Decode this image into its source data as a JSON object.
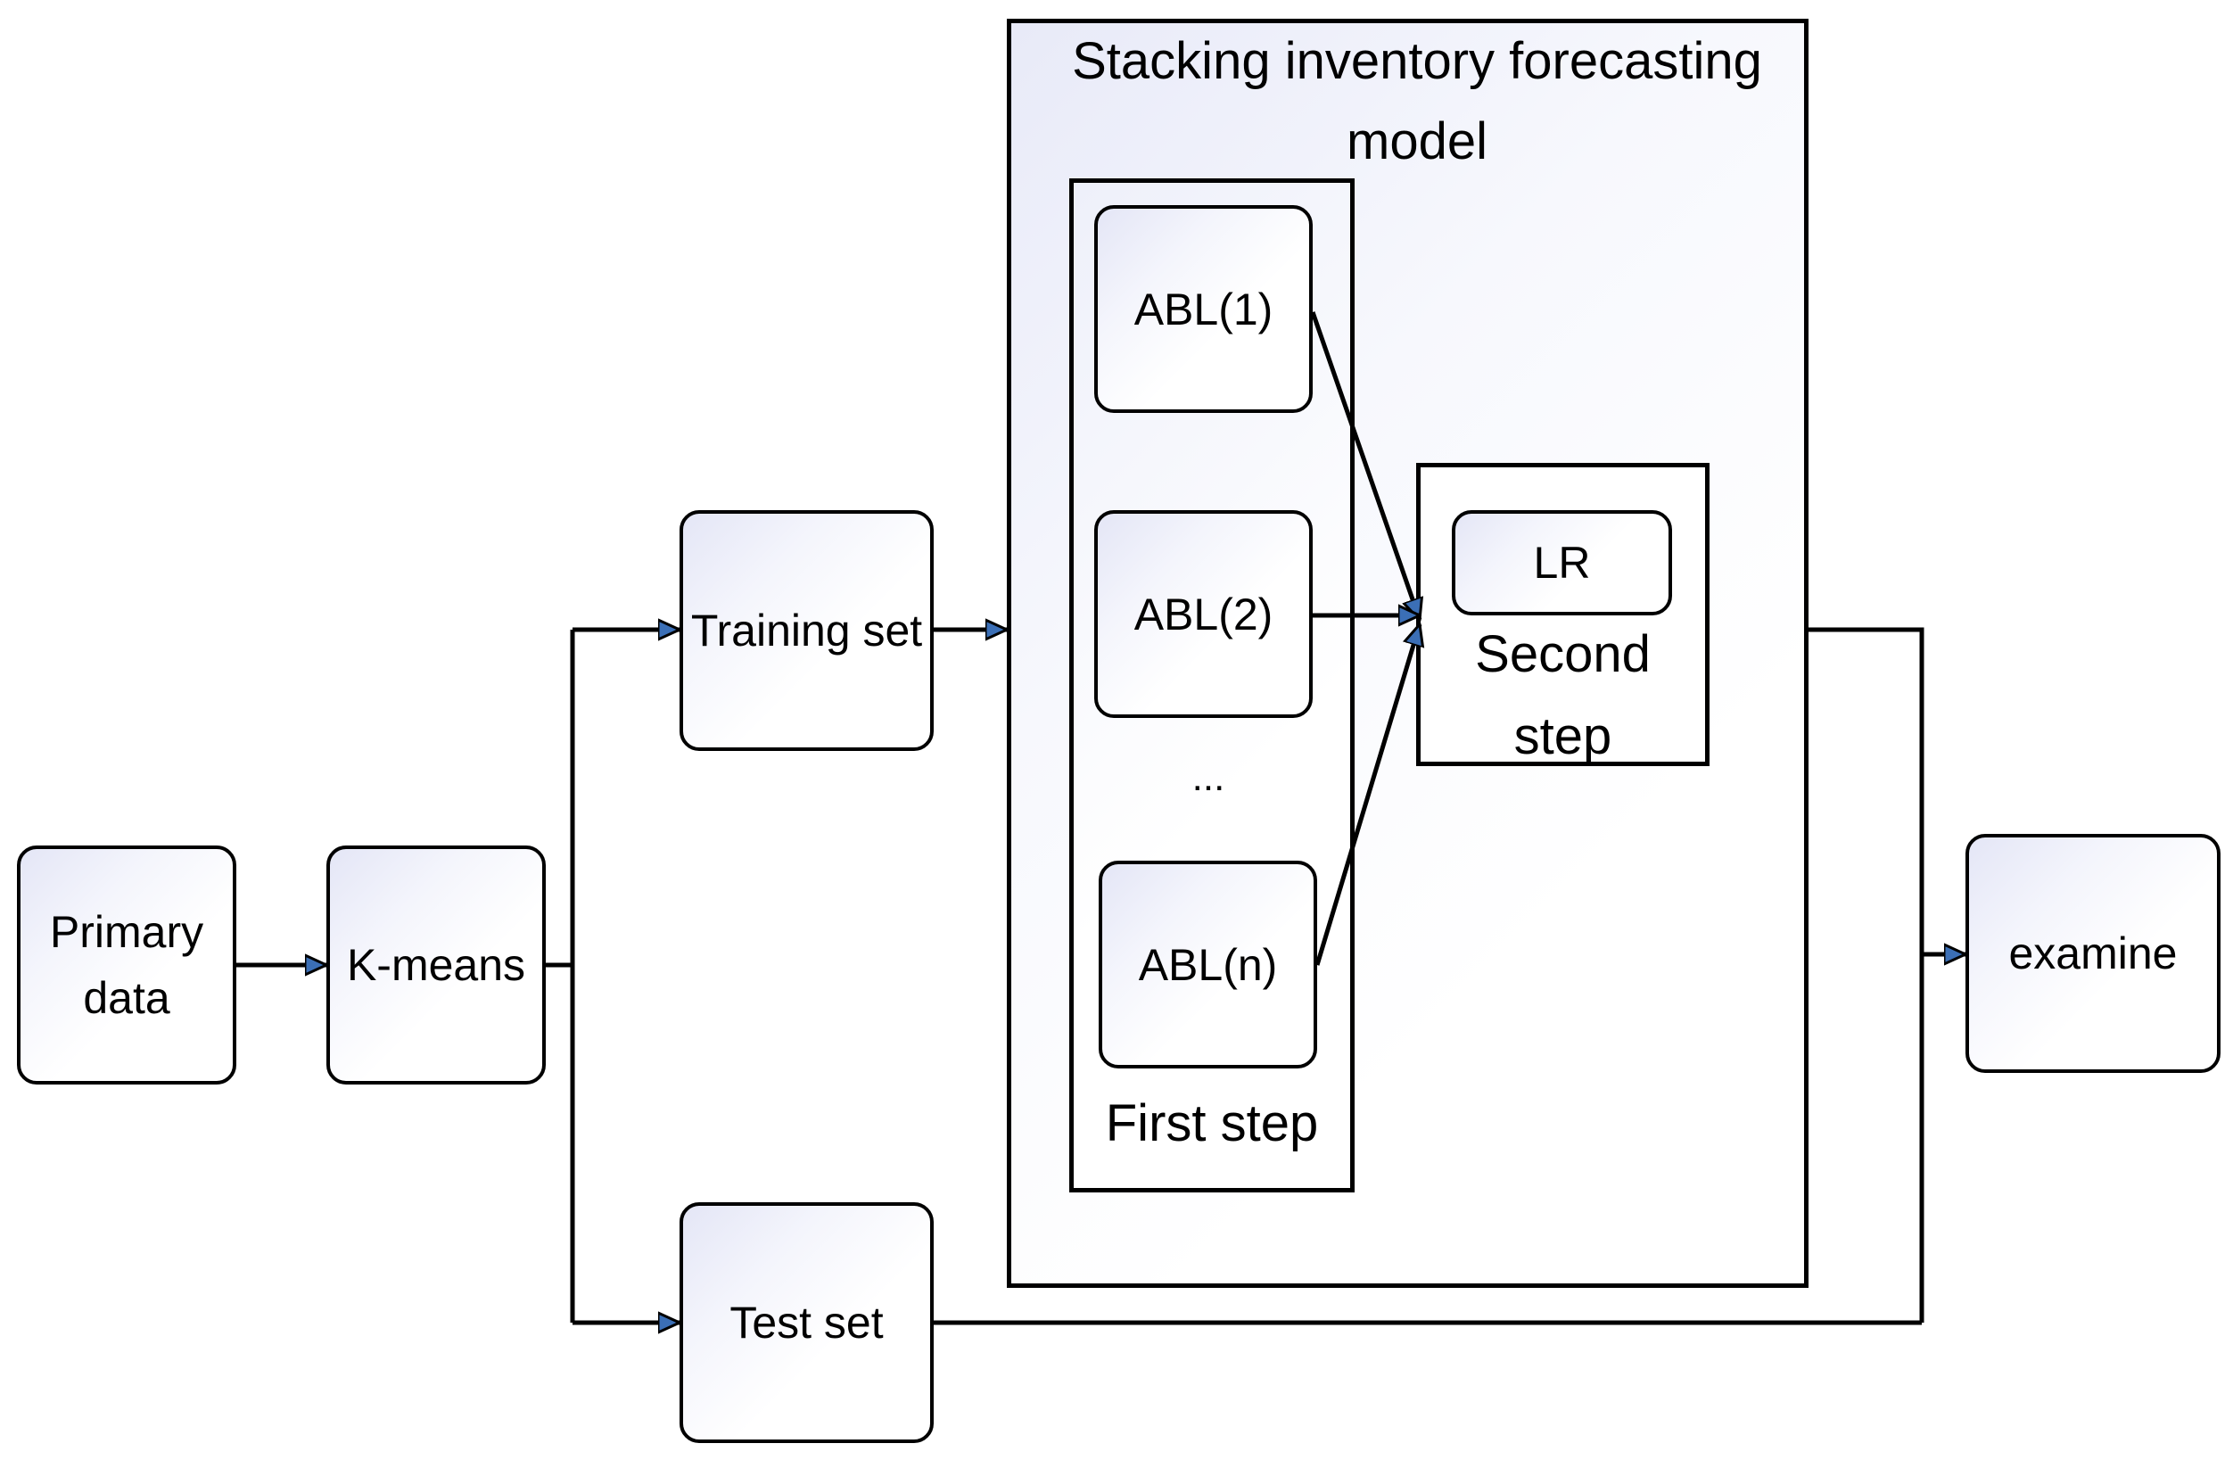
{
  "diagram": {
    "title": "Stacking inventory forecasting\nmodel",
    "nodes": {
      "primary_data": "Primary\ndata",
      "kmeans": "K-means",
      "training_set": "Training set",
      "test_set": "Test set",
      "abl1": "ABL(1)",
      "abl2": "ABL(2)",
      "ablellipsis": "...",
      "abln": "ABL(n)",
      "lr": "LR",
      "examine": "examine"
    },
    "groups": {
      "first_step": "First step",
      "second_step": "Second\nstep"
    },
    "colors": {
      "line": "#000000",
      "arrowhead": "#3b6fb6",
      "box_gradient_tint": "#e4e6f6"
    }
  }
}
